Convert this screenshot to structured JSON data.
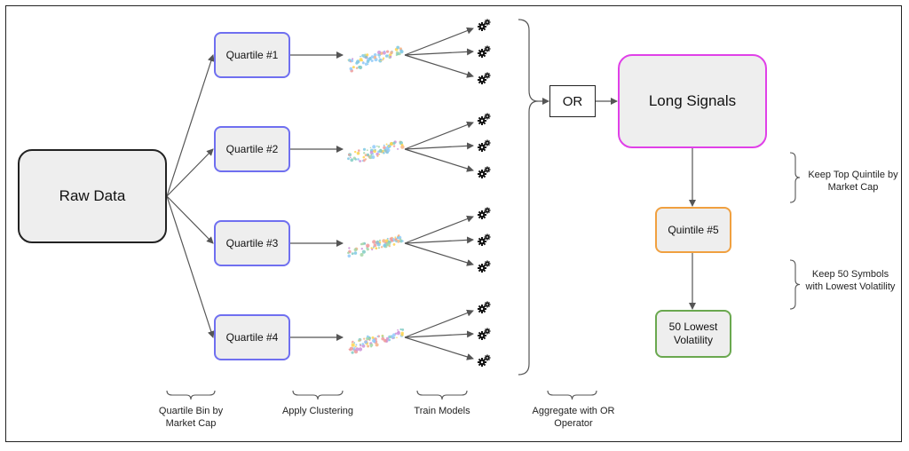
{
  "nodes": {
    "raw_data": "Raw Data",
    "quartiles": [
      "Quartile #1",
      "Quartile #2",
      "Quartile #3",
      "Quartile #4"
    ],
    "or_operator": "OR",
    "long_signals": "Long Signals",
    "quintile": "Quintile #5",
    "lowest_volatility": "50 Lowest Volatility"
  },
  "captions": {
    "quartile_bin": "Quartile Bin by Market Cap",
    "apply_clustering": "Apply Clustering",
    "train_models": "Train Models",
    "aggregate": "Aggregate with OR Operator"
  },
  "side_notes": {
    "top_quintile": "Keep Top Quintile by Market Cap",
    "lowest_volatility": "Keep 50 Symbols with Lowest Volatility"
  },
  "colors": {
    "quartile_border": "#6f6ff0",
    "long_signals_border": "#e040e8",
    "quintile_border": "#f0a040",
    "lowest_volatility_border": "#6aa84f"
  },
  "icons": [
    "cluster-plot-icon",
    "gear-icon"
  ]
}
